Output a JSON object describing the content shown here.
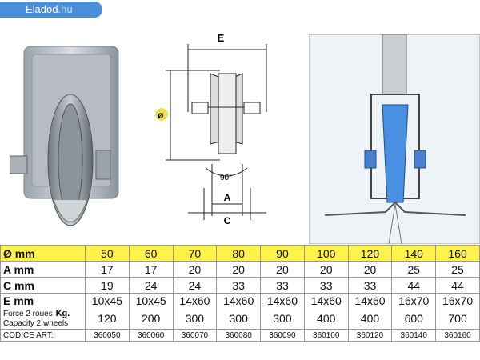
{
  "watermark": {
    "site": "Eladod",
    "tld": ".hu"
  },
  "drawing": {
    "label_e": "E",
    "label_a": "A",
    "label_c": "C",
    "label_diameter": "ø",
    "angle": "90°"
  },
  "table": {
    "headers": [
      "Ø mm",
      "50",
      "60",
      "70",
      "80",
      "90",
      "100",
      "120",
      "140",
      "160"
    ],
    "rows": [
      {
        "label": "A mm",
        "values": [
          "17",
          "17",
          "20",
          "20",
          "20",
          "20",
          "20",
          "25",
          "25"
        ]
      },
      {
        "label": "C mm",
        "values": [
          "19",
          "24",
          "24",
          "33",
          "33",
          "33",
          "33",
          "44",
          "44"
        ]
      },
      {
        "label": "E mm",
        "values": [
          "10x45",
          "10x45",
          "14x60",
          "14x60",
          "14x60",
          "14x60",
          "14x60",
          "16x70",
          "16x70"
        ]
      }
    ],
    "capacity": {
      "label_line1": "Force 2 roues",
      "label_unit": "Kg.",
      "label_line2": "Capacity 2 wheels",
      "values": [
        "120",
        "200",
        "300",
        "300",
        "300",
        "400",
        "400",
        "600",
        "700"
      ]
    },
    "code": {
      "label": "CODICE ART.",
      "values": [
        "360050",
        "360060",
        "360070",
        "360080",
        "360090",
        "360100",
        "360120",
        "360140",
        "360160"
      ]
    }
  }
}
